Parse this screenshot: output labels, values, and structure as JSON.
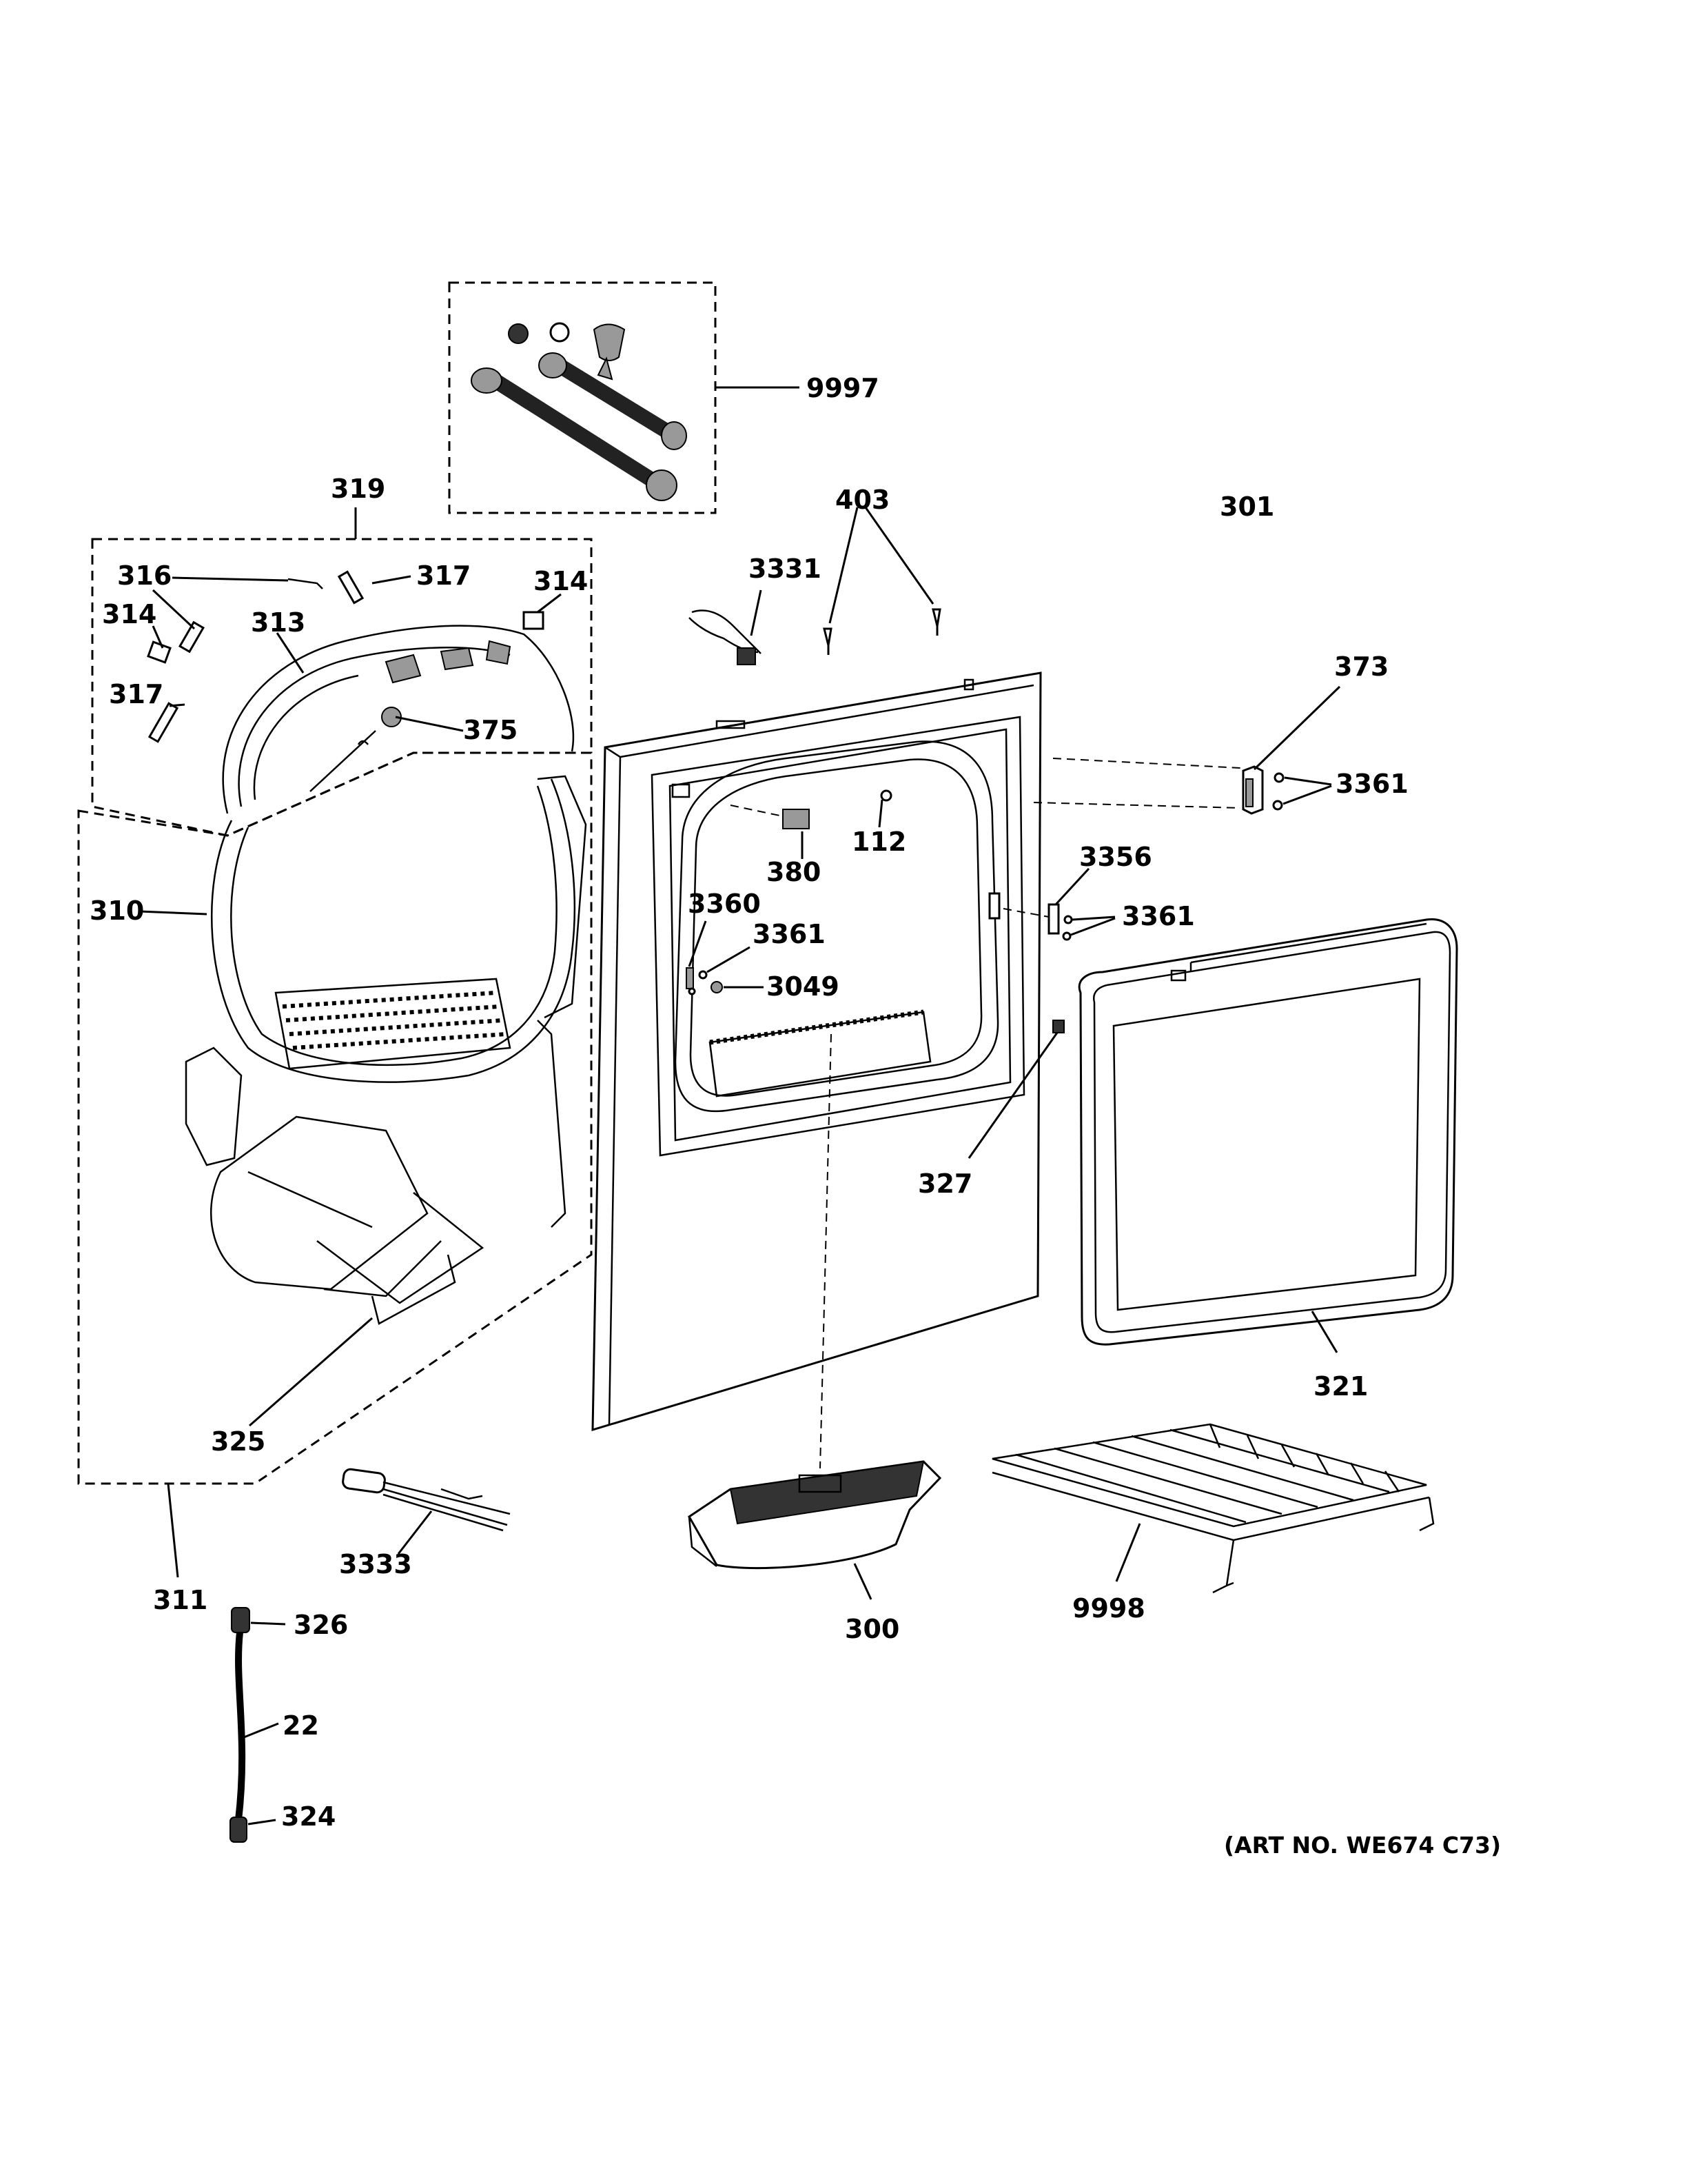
{
  "callouts": {
    "c9997": "9997",
    "c319": "319",
    "c316": "316",
    "c317a": "317",
    "c314a": "314",
    "c314b": "314",
    "c313": "313",
    "c317b": "317",
    "c375": "375",
    "c310": "310",
    "c325": "325",
    "c311": "311",
    "c403": "403",
    "c3331": "3331",
    "c301": "301",
    "c373": "373",
    "c3361a": "3361",
    "c380": "380",
    "c112": "112",
    "c3356": "3356",
    "c3361b": "3361",
    "c3360": "3360",
    "c3361c": "3361",
    "c3049": "3049",
    "c327": "327",
    "c321": "321",
    "c3333": "3333",
    "c300": "300",
    "c9998": "9998",
    "c326": "326",
    "c22": "22",
    "c324": "324"
  },
  "art_number": "(ART NO. WE674 C73)"
}
